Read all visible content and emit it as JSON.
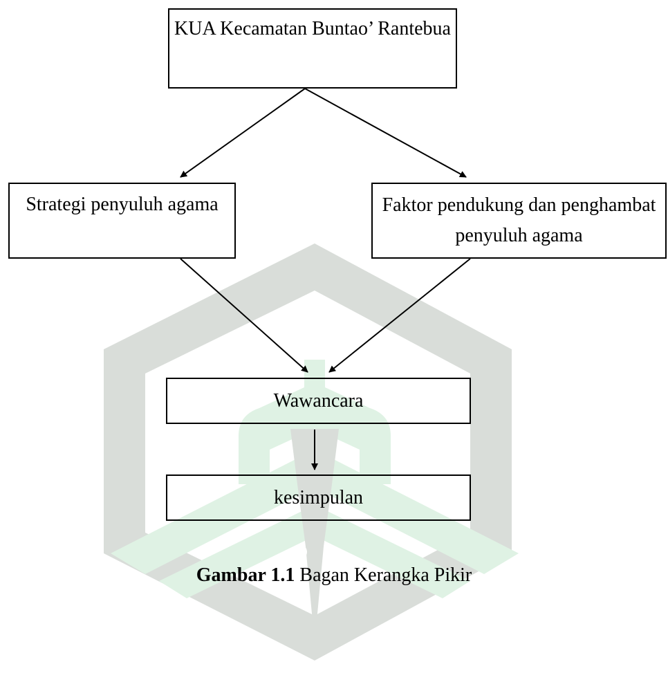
{
  "colors": {
    "watermark_gray": "#d9ddd9",
    "watermark_green": "#dff2e4",
    "line": "#000000"
  },
  "nodes": {
    "kua": "KUA Kecamatan Buntao’ Rantebua",
    "strategi": "Strategi penyuluh agama",
    "faktor": "Faktor pendukung dan penghambat penyuluh agama",
    "wawancara": "Wawancara",
    "kesimpulan": "kesimpulan"
  },
  "edges": [
    {
      "from": "kua",
      "to": "strategi"
    },
    {
      "from": "kua",
      "to": "faktor"
    },
    {
      "from": "strategi",
      "to": "wawancara"
    },
    {
      "from": "faktor",
      "to": "wawancara"
    },
    {
      "from": "wawancara",
      "to": "kesimpulan"
    }
  ],
  "caption": {
    "label": "Gambar 1.1",
    "text": "Bagan Kerangka Pikir"
  }
}
